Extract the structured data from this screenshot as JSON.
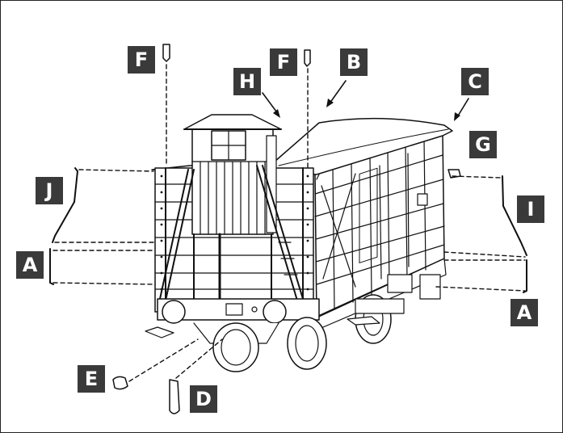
{
  "callouts": {
    "f1": "F",
    "f2": "F",
    "b": "B",
    "h": "H",
    "c": "C",
    "g": "G",
    "j": "J",
    "i": "I",
    "a1": "A",
    "a2": "A",
    "e": "E",
    "d": "D"
  },
  "colors": {
    "callout_bg": "#3a3a3a",
    "callout_text": "#ffffff",
    "line": "#111111"
  }
}
